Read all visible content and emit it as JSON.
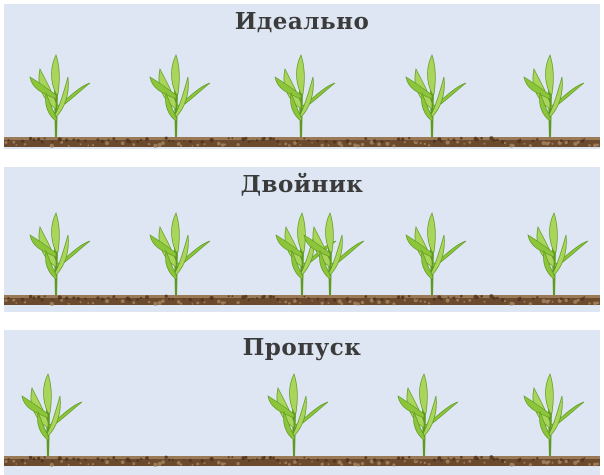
{
  "panels": [
    {
      "title": "Идеально",
      "plant_count": 5
    },
    {
      "title": "Двойник",
      "plant_count": 6
    },
    {
      "title": "Пропуск",
      "plant_count": 4
    }
  ],
  "colors": {
    "sky": "#dde6f2",
    "soil_dark": "#6b4a2e",
    "soil_light": "#a58460",
    "leaf": "#8cc43a",
    "leaf_dark": "#5e9a22",
    "title": "#3b3b3b"
  }
}
